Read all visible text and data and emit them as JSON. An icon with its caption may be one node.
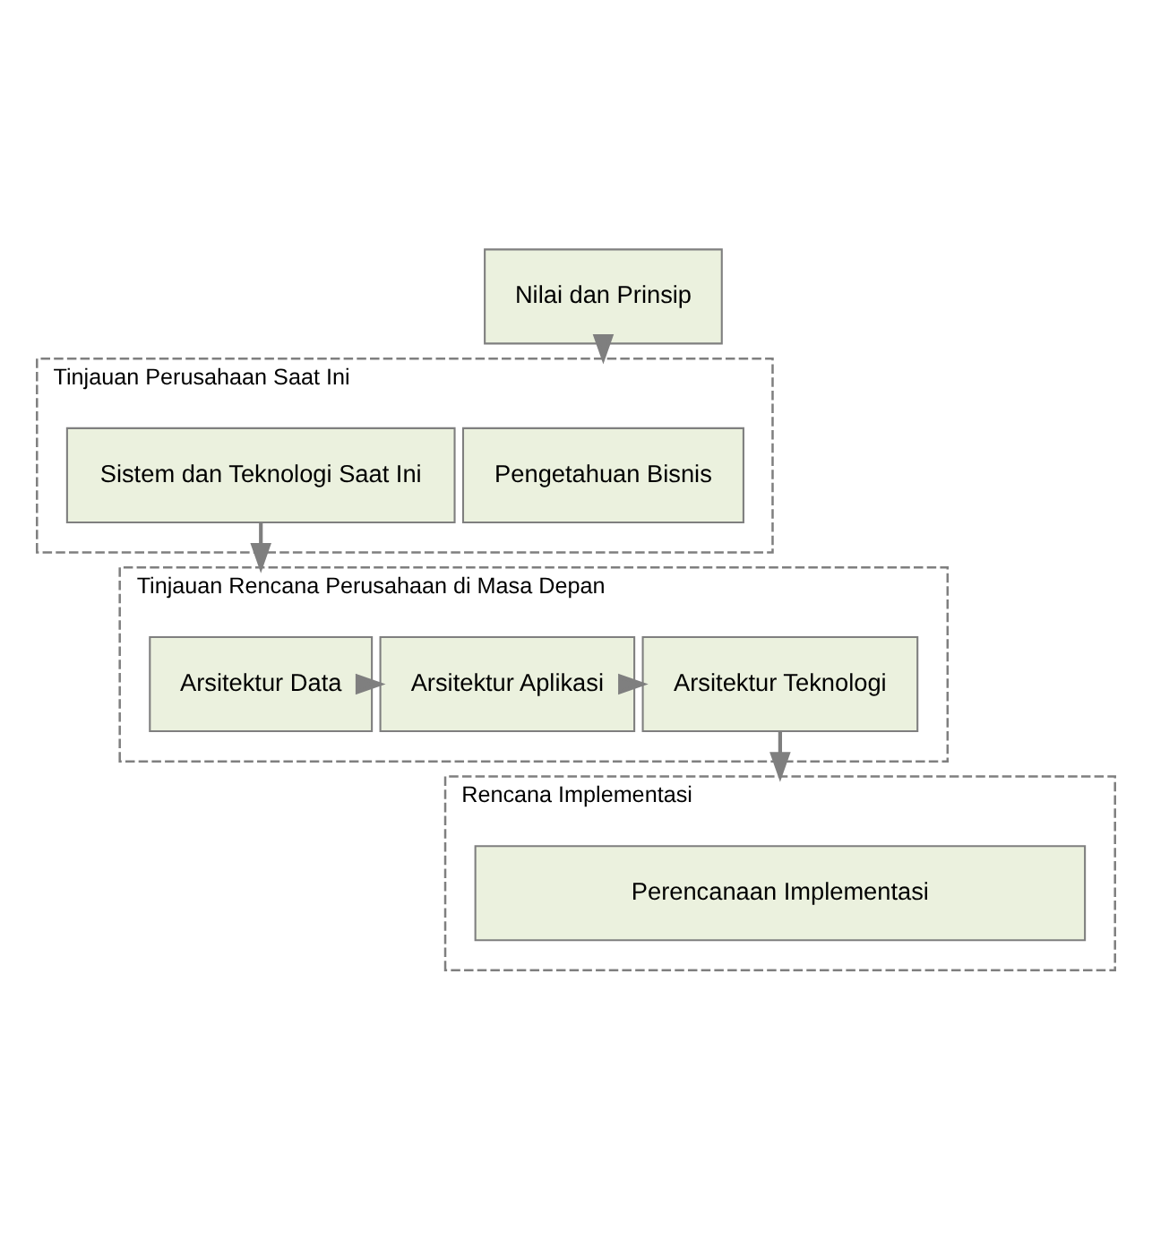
{
  "diagram": {
    "nodes": [
      {
        "text": [
          "Nilai dan Prinsip"
        ]
      },
      {
        "text": [
          "Tinjauan Perusahaan Saat Ini"
        ]
      },
      {
        "text": [
          "Pengetahuan Bisnis"
        ],
        "in": 1
      },
      {
        "text": [
          "Sistem dan Teknologi Saat Ini"
        ],
        "in": 1
      },
      {
        "text": [
          "Tinjauan Rencana Perusahaan di Masa Depan"
        ]
      },
      {
        "text": [
          "Arsitektur Data"
        ],
        "in": 4
      },
      {
        "text": [
          "Arsitektur Aplikasi"
        ],
        "in": 4
      },
      {
        "text": [
          "Arsitektur Teknologi"
        ],
        "in": 4
      },
      {
        "text": [
          "Rencana Implementasi"
        ]
      },
      {
        "text": [
          "Perencanaan Implementasi"
        ],
        "in": 8
      }
    ],
    "edges": [
      {
        "from": 0,
        "to": 1,
        "arrow": "to"
      },
      {
        "from": 3,
        "to": 4,
        "arrow": "to"
      },
      {
        "from": 5,
        "to": 6,
        "arrow": "to"
      },
      {
        "from": 6,
        "to": 7,
        "arrow": "to"
      },
      {
        "from": 7,
        "to": 8,
        "arrow": "to"
      }
    ]
  }
}
